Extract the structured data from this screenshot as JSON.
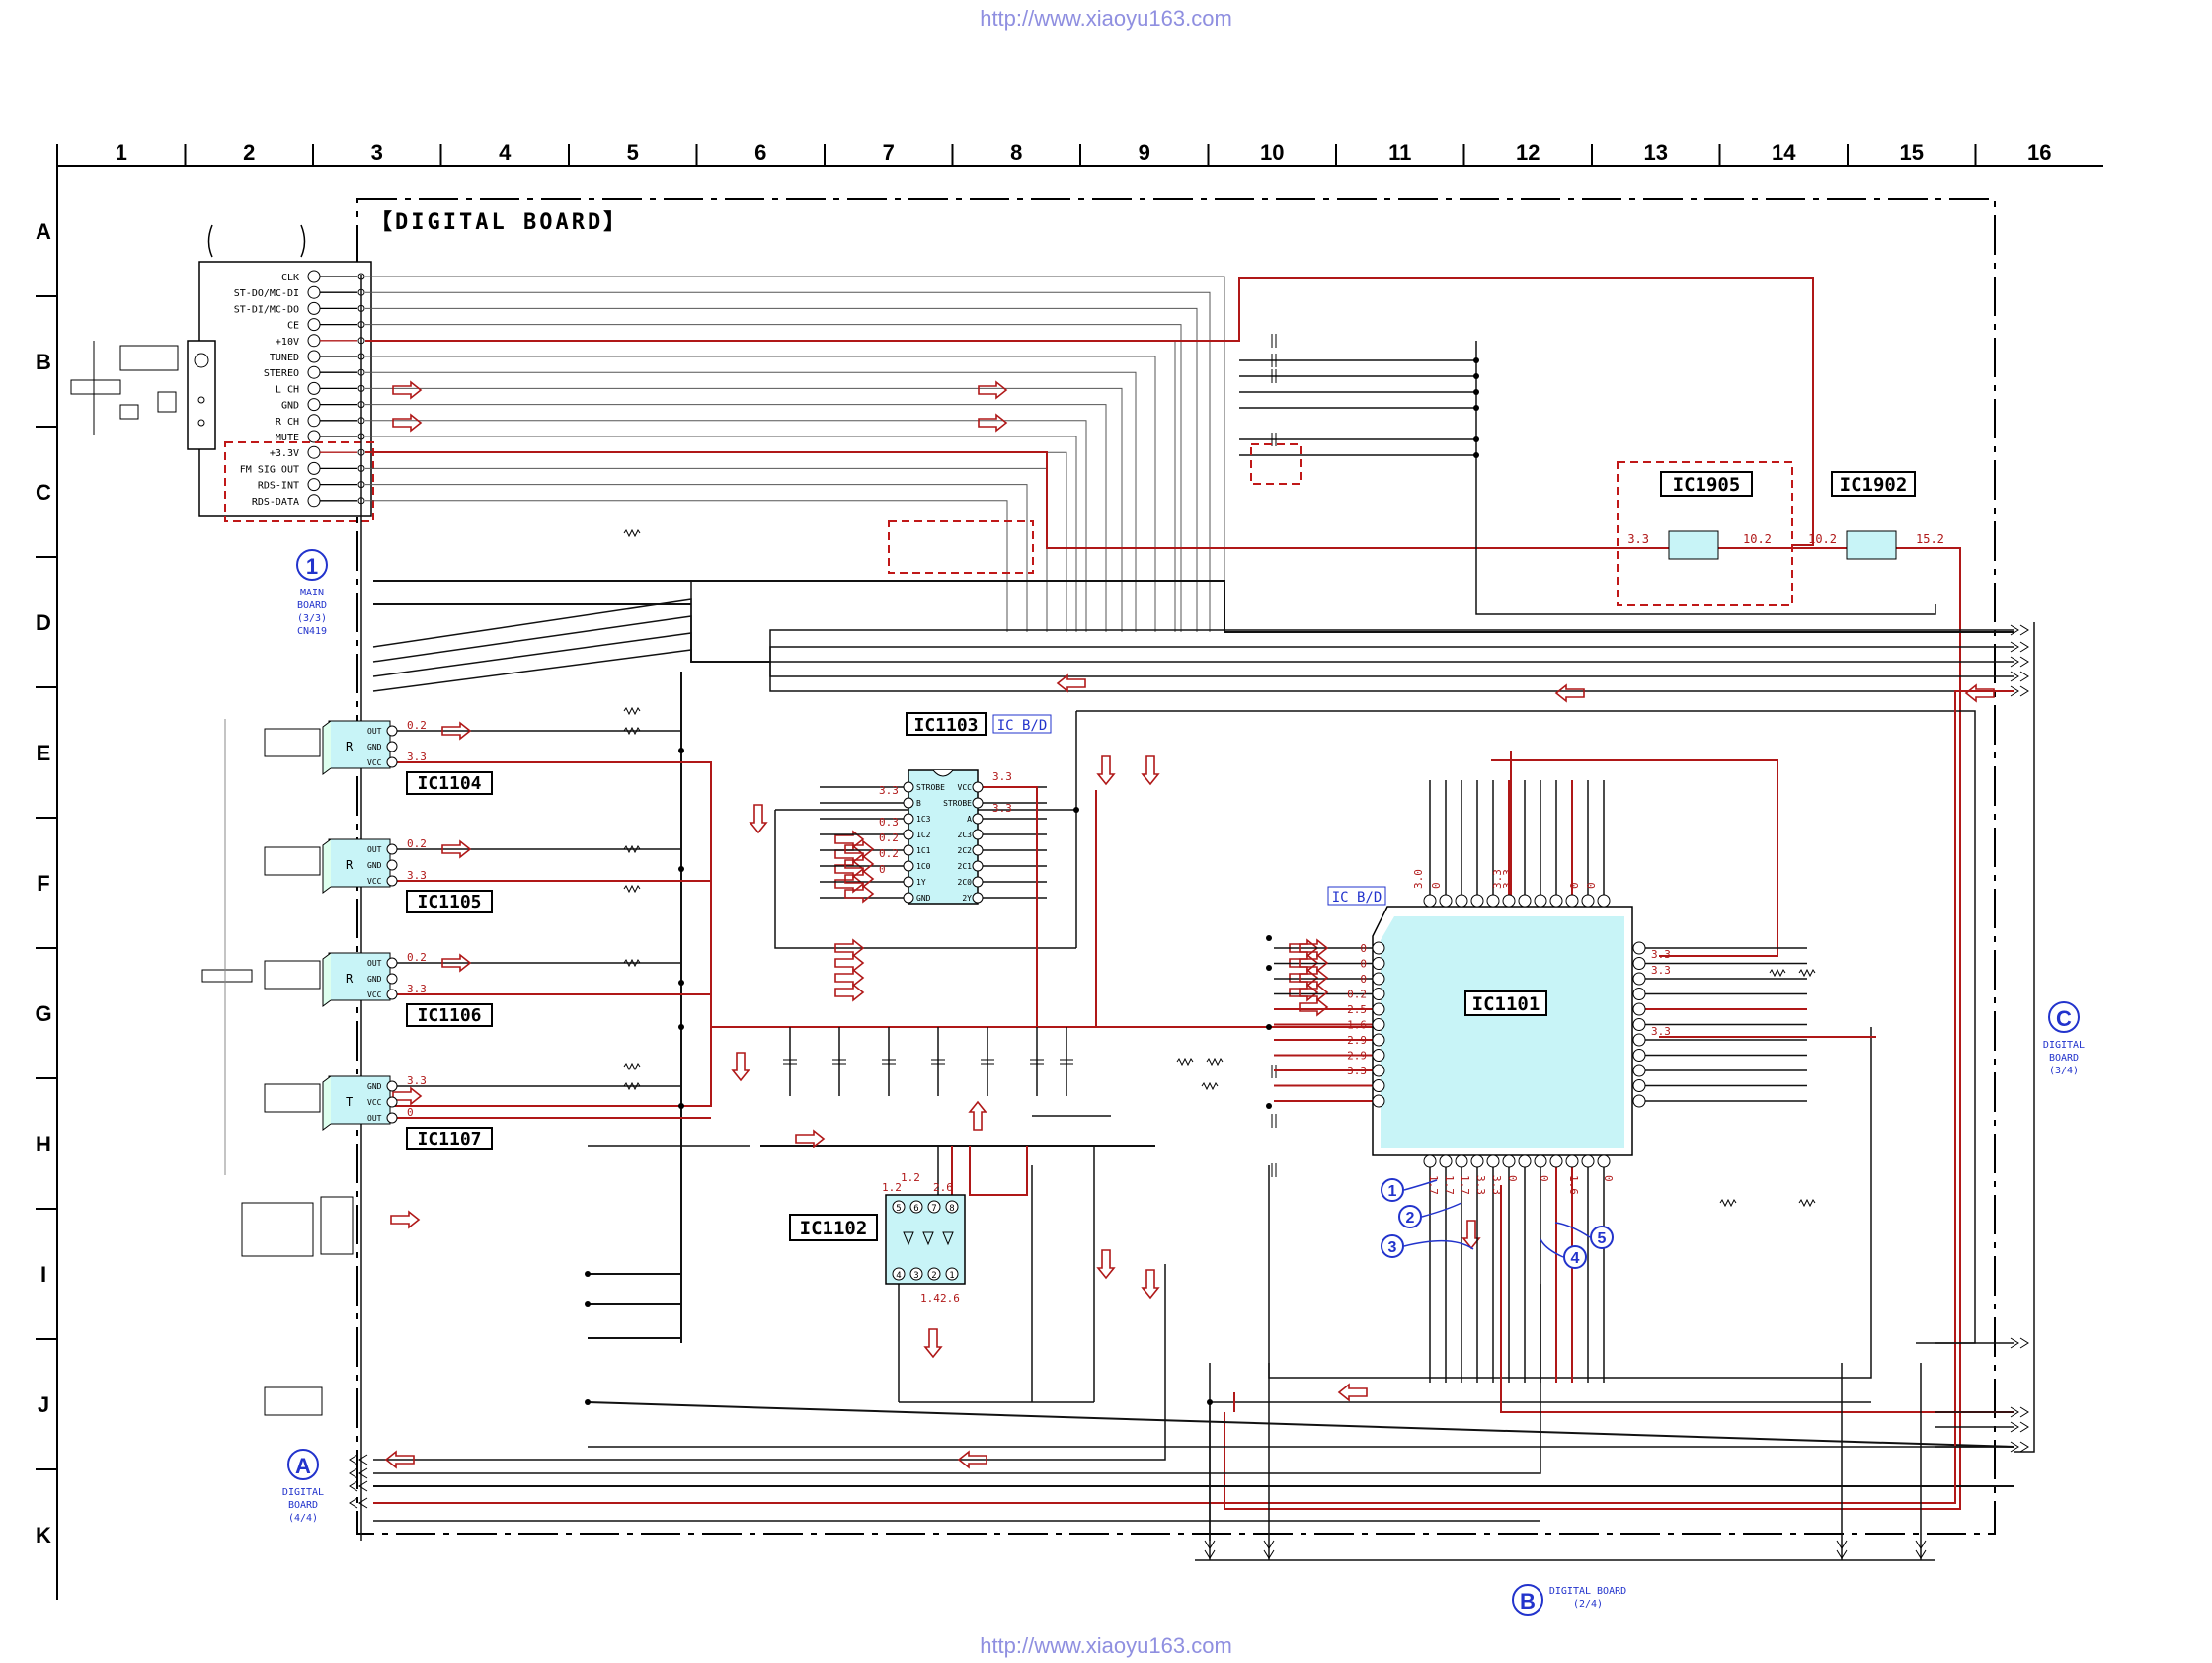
{
  "header_url": "http://www.xiaoyu163.com",
  "footer_url": "http://www.xiaoyu163.com",
  "grid": {
    "columns": [
      "1",
      "2",
      "3",
      "4",
      "5",
      "6",
      "7",
      "8",
      "9",
      "10",
      "11",
      "12",
      "13",
      "14",
      "15",
      "16"
    ],
    "rows": [
      "A",
      "B",
      "C",
      "D",
      "E",
      "F",
      "G",
      "H",
      "I",
      "J",
      "K"
    ]
  },
  "board_title": "【DIGITAL BOARD】",
  "connector_pins": [
    "CLK",
    "ST-DO/MC-DI",
    "ST-DI/MC-DO",
    "CE",
    "+10V",
    "TUNED",
    "STEREO",
    "L CH",
    "GND",
    "R CH",
    "MUTE",
    "+3.3V",
    "FM SIG OUT",
    "RDS-INT",
    "RDS-DATA"
  ],
  "ic_labels": {
    "ic1104": "IC1104",
    "ic1105": "IC1105",
    "ic1106": "IC1106",
    "ic1107": "IC1107",
    "ic1103": "IC1103",
    "ic1102": "IC1102",
    "ic1101": "IC1101",
    "ic1905": "IC1905",
    "ic1902": "IC1902",
    "icbd_tag": "IC B/D"
  },
  "sensor_pin_labels": [
    "OUT",
    "GND",
    "VCC"
  ],
  "sensor_values": {
    "ic1104": [
      "0.2",
      "3.3"
    ],
    "ic1105": [
      "0.2",
      "3.3"
    ],
    "ic1106": [
      "0.2",
      "3.3"
    ],
    "ic1107": [
      "3.3",
      "0"
    ]
  },
  "ic1103_pins_left": [
    "STROBE",
    "B",
    "1C3",
    "1C2",
    "1C1",
    "1C0",
    "1Y",
    "GND"
  ],
  "ic1103_pins_right": [
    "VCC",
    "STROBE",
    "A",
    "2C3",
    "2C2",
    "2C1",
    "2C0",
    "2Y"
  ],
  "ic1103_voltages": [
    "3.3",
    "0.3",
    "0.2",
    "0.2",
    "0",
    "3.3",
    "3.3"
  ],
  "ic1102_voltages": [
    "1.2",
    "1.2",
    "2.6",
    "1.4",
    "2.6"
  ],
  "ic1905_voltages": [
    "3.3",
    "10.2"
  ],
  "ic1902_voltages": [
    "10.2",
    "15.2"
  ],
  "ic1101_left_voltages": [
    "0",
    "0",
    "0",
    "0.2",
    "2.5",
    "1.6",
    "2.9",
    "2.9",
    "3.3"
  ],
  "ic1101_right_voltages": [
    "3.3",
    "3.3",
    "3.3"
  ],
  "ic1101_top_voltages": [
    "3.0",
    "0",
    "3.3",
    "3.3",
    "0",
    "0"
  ],
  "ic1101_bottom_voltages": [
    "1.7",
    "1.7",
    "1.7",
    "3.3",
    "3.3",
    "0",
    "0",
    "1.6",
    "0"
  ],
  "sheet_refs": {
    "main": {
      "num": "1",
      "lines": [
        "MAIN",
        "BOARD",
        "(3/3)",
        "CN419"
      ]
    },
    "a": {
      "letter": "A",
      "lines": [
        "DIGITAL",
        "BOARD",
        "(4/4)"
      ]
    },
    "b": {
      "letter": "B",
      "lines": [
        "DIGITAL BOARD",
        "(2/4)"
      ]
    },
    "c": {
      "letter": "C",
      "lines": [
        "DIGITAL",
        "BOARD",
        "(3/4)"
      ]
    }
  },
  "callouts": [
    "1",
    "2",
    "3",
    "4",
    "5"
  ],
  "colors": {
    "signal_red": "#b01818",
    "wire_black": "#111111",
    "wire_grey": "#555555",
    "ic_fill": "#c8f4f7",
    "annotation_blue": "#2233cc",
    "url_color": "#8f8fe0"
  }
}
